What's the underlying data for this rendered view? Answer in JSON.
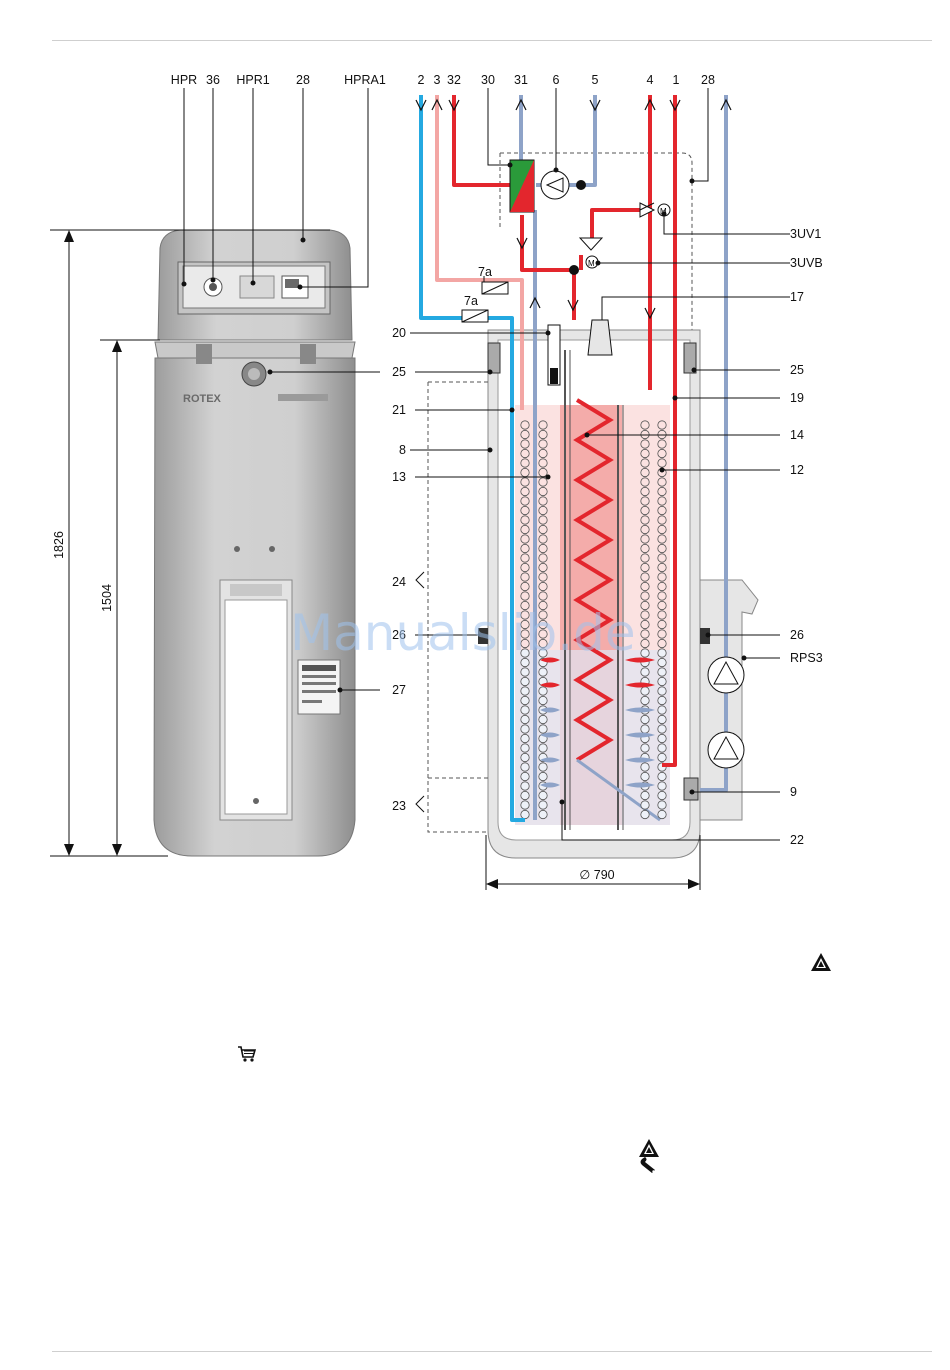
{
  "watermark": "Manualslib.de",
  "labels": {
    "HPR": "HPR",
    "l36": "36",
    "HPR1": "HPR1",
    "l28a": "28",
    "HPRA1": "HPRA1",
    "l2": "2",
    "l3": "3",
    "l32": "32",
    "l30": "30",
    "l31": "31",
    "l6": "6",
    "l5": "5",
    "l4": "4",
    "l1": "1",
    "l28b": "28",
    "UV1": "3UV1",
    "UVB": "3UVB",
    "l17": "17",
    "l7a1": "7a",
    "l7a2": "7a",
    "l20": "20",
    "l25L": "25",
    "l25R": "25",
    "l21": "21",
    "l19": "19",
    "l14": "14",
    "l8": "8",
    "l13": "13",
    "l12": "12",
    "l24": "24",
    "l26L": "26",
    "l26R": "26",
    "RPS3": "RPS3",
    "l27": "27",
    "l9": "9",
    "l23": "23",
    "l22": "22"
  },
  "dimensions": {
    "height_total": "1826",
    "height_body": "1504",
    "diameter": "∅ 790"
  },
  "brand": "ROTEX",
  "icons": [
    "warning-icon",
    "shopping-cart-icon",
    "warning-icon",
    "wrench-icon"
  ],
  "colors": {
    "hot": "#e3262d",
    "hot_light": "#f3a6a4",
    "cold": "#24a9e1",
    "return": "#8ea3c8",
    "tank": "#e6e6e6"
  }
}
